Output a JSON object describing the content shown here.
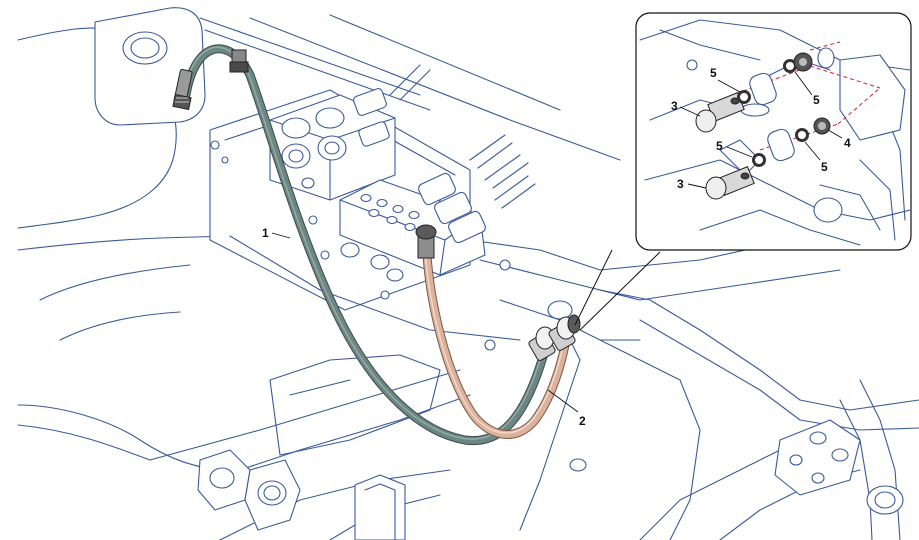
{
  "colors": {
    "linework": "#3a5a9a",
    "hose_1": "#6c8683",
    "hose_2": "#dcb29c",
    "metal": "#4a4a4a",
    "detail_red_dash": "#d0202a"
  },
  "callouts": {
    "main": {
      "hose_1": "1",
      "hose_2": "2"
    },
    "detail": {
      "banjo_bolt_a": "3",
      "banjo_bolt_b": "3",
      "adapter": "4",
      "washer_a": "5",
      "washer_b": "5",
      "washer_c": "5",
      "washer_d": "5"
    }
  }
}
